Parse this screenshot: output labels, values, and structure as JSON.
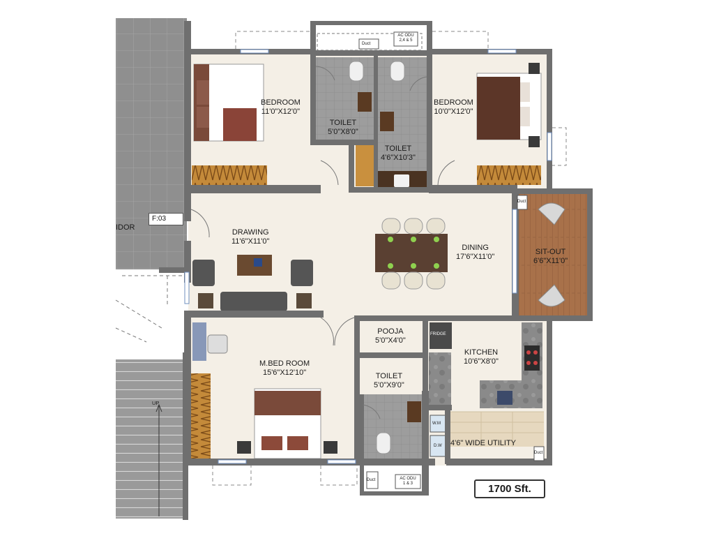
{
  "plan": {
    "rooms": [
      {
        "name": "BEDROOM",
        "size": "11'0\"X12'0\""
      },
      {
        "name": "TOILET",
        "size": "5'0\"X8'0\""
      },
      {
        "name": "TOILET",
        "size": "4'6\"X10'3\""
      },
      {
        "name": "BEDROOM",
        "size": "10'0\"X12'0\""
      },
      {
        "name": "DRAWING",
        "size": "11'6\"X11'0\""
      },
      {
        "name": "DINING",
        "size": "17'6\"X11'0\""
      },
      {
        "name": "SIT-OUT",
        "size": "6'6\"X11'0\""
      },
      {
        "name": "POOJA",
        "size": "5'0\"X4'0\""
      },
      {
        "name": "KITCHEN",
        "size": "10'6\"X8'0\""
      },
      {
        "name": "M.BED ROOM",
        "size": "15'6\"X12'10\""
      },
      {
        "name": "TOILET",
        "size": "5'0\"X9'0\""
      }
    ],
    "utility_label": "4'6\" WIDE UTILITY",
    "corridor_label": "IDOR",
    "floor_tag": "F:03",
    "stair_label": "UP",
    "duct_label": "Duct",
    "ac_top": [
      "AC ODU",
      "2,4 & 5"
    ],
    "ac_bottom": [
      "AC ODU",
      "1 & 3"
    ],
    "fridge": "FRIDGE",
    "wm": "W.M",
    "dw": "D.W",
    "area": "1700 Sft."
  },
  "colors": {
    "wall": "#6f6f6f",
    "floor": "#f4efe6",
    "toilet_tile": "#9a9a9a",
    "sitout_wood": "#a8714a",
    "corridor": "#8c8c8c",
    "bed_brown": "#6b3b2e",
    "wardrobe": "#c48a3a"
  }
}
